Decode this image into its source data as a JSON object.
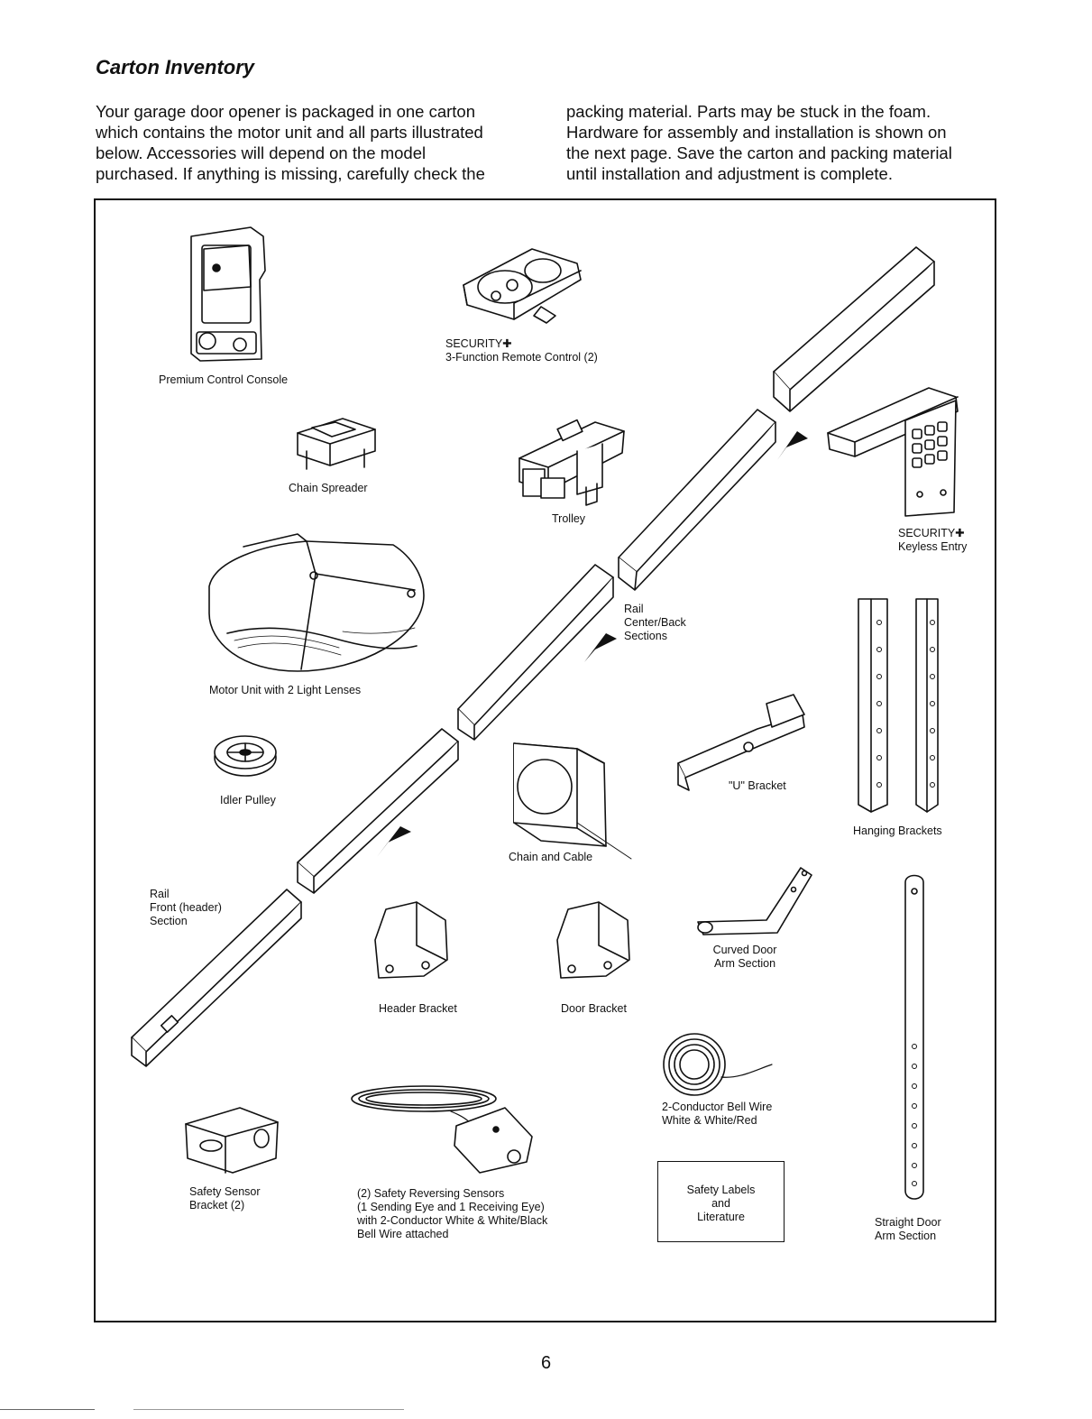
{
  "title": "Carton Inventory",
  "intro": {
    "left": [
      "Your garage door opener is packaged in one carton",
      "which contains the motor unit and all parts illustrated",
      "below. Accessories will depend on the model",
      "purchased. If anything is missing, carefully check the"
    ],
    "right": [
      "packing material. Parts may be stuck in the foam.",
      "Hardware for assembly and installation is shown on",
      "the next page. Save the carton and packing material",
      "until installation and adjustment is complete."
    ]
  },
  "parts": {
    "console": "Premium Control Console",
    "remote": [
      "SECURITY✚",
      "3-Function Remote Control (2)"
    ],
    "chain_spreader": "Chain Spreader",
    "trolley": "Trolley",
    "keyless": [
      "SECURITY✚",
      "Keyless Entry"
    ],
    "motor": "Motor Unit with 2 Light Lenses",
    "rail_center": [
      "Rail",
      "Center/Back",
      "Sections"
    ],
    "hanging": "Hanging Brackets",
    "idler": "Idler Pulley",
    "u_bracket": "\"U\" Bracket",
    "chain_cable": "Chain and Cable",
    "rail_front": [
      "Rail",
      "Front (header)",
      "Section"
    ],
    "curved_arm": [
      "Curved Door",
      "Arm Section"
    ],
    "header_bracket": "Header Bracket",
    "door_bracket": "Door Bracket",
    "bell_wire": [
      "2-Conductor Bell Wire",
      "White & White/Red"
    ],
    "sensor_bracket": [
      "Safety Sensor",
      "Bracket (2)"
    ],
    "sensors": [
      "(2) Safety Reversing Sensors",
      "(1 Sending Eye and 1 Receiving Eye)",
      "with 2-Conductor White & White/Black",
      "Bell Wire attached"
    ],
    "labels_box": [
      "Safety Labels",
      "and",
      "Literature"
    ],
    "straight_arm": [
      "Straight Door",
      "Arm Section"
    ]
  },
  "page_number": "6"
}
